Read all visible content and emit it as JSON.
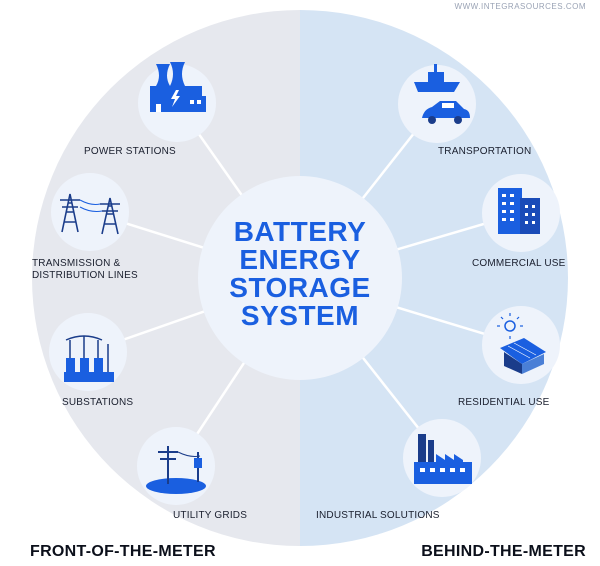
{
  "watermark": "WWW.INTEGRASOURCES.COM",
  "center": {
    "lines": [
      "BATTERY",
      "ENERGY",
      "STORAGE",
      "SYSTEM"
    ]
  },
  "left": {
    "footer": "FRONT-OF-THE-METER",
    "items": [
      {
        "icon": "power-station-icon",
        "label": "POWER STATIONS"
      },
      {
        "icon": "transmission-tower-icon",
        "label": "TRANSMISSION &\nDISTRIBUTION LINES"
      },
      {
        "icon": "substation-icon",
        "label": "SUBSTATIONS"
      },
      {
        "icon": "utility-pole-icon",
        "label": "UTILITY GRIDS"
      }
    ]
  },
  "right": {
    "footer": "BEHIND-THE-METER",
    "items": [
      {
        "icon": "ship-car-icon",
        "label": "TRANSPORTATION"
      },
      {
        "icon": "office-building-icon",
        "label": "COMMERCIAL USE"
      },
      {
        "icon": "solar-house-icon",
        "label": "RESIDENTIAL USE"
      },
      {
        "icon": "factory-icon",
        "label": "INDUSTRIAL SOLUTIONS"
      }
    ]
  },
  "colors": {
    "left_half": "#e6e8ee",
    "right_half": "#d5e4f4",
    "accent": "#1a5fe0",
    "node_fill": "#eef3fb",
    "connector": "#ffffff"
  }
}
